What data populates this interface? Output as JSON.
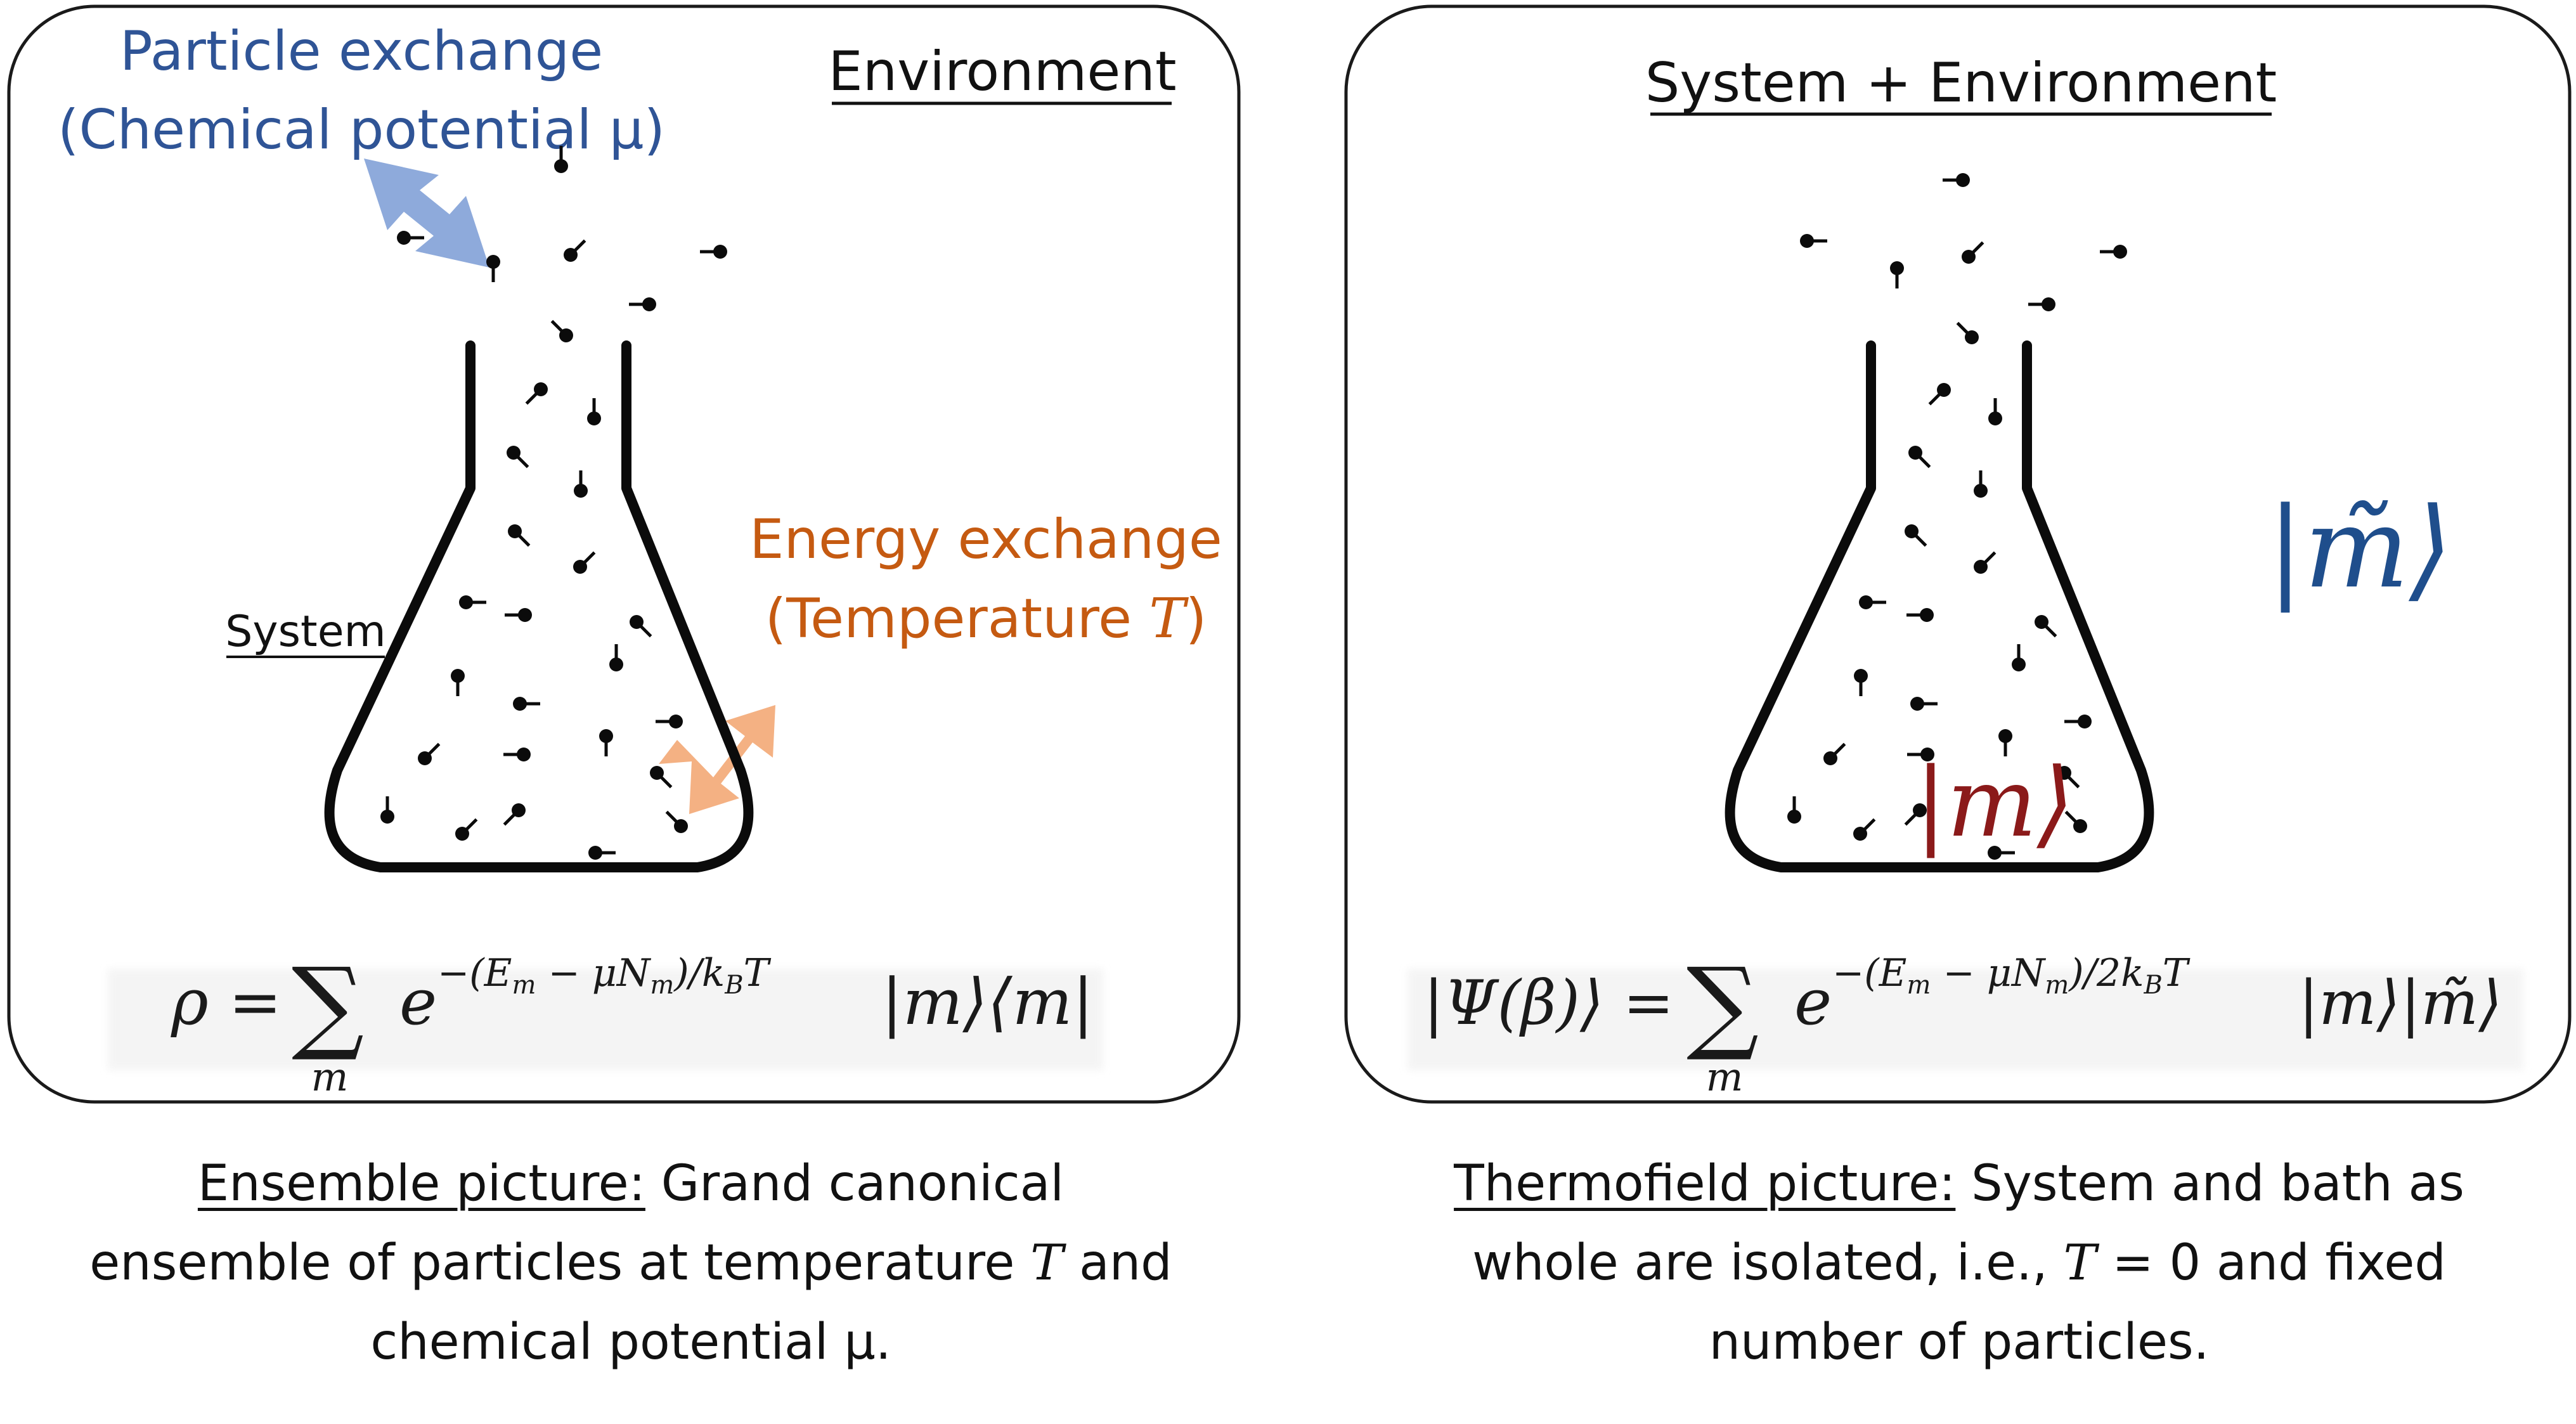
{
  "left_panel": {
    "environment_label": "Environment",
    "system_label": "System",
    "particle_exchange": {
      "line1": "Particle exchange",
      "line2": "(Chemical potential μ)",
      "color": "#2f5496",
      "arrow_color": "#8eaadb"
    },
    "energy_exchange": {
      "line1": "Energy exchange",
      "line2_prefix": "(Temperature ",
      "line2_var": "T",
      "line2_suffix": ")",
      "color": "#c55a11",
      "arrow_color": "#f4b183"
    },
    "formula": {
      "lhs": "ρ = ",
      "sum": "∑",
      "sub": "m",
      "base": "e",
      "exp": "−(E",
      "exp_s1": "m",
      "exp_mid": " − μN",
      "exp_s2": "m",
      "exp_end": ")/k",
      "exp_s3": "B",
      "exp_T": "T",
      "tail": "|m⟩⟨m|"
    }
  },
  "right_panel": {
    "title": "System + Environment",
    "ket_m": "|m⟩",
    "ket_m_color": "#8b1a1a",
    "ket_mtilde": "|m̃⟩",
    "ket_mtilde_color": "#1f4e8c",
    "formula": {
      "lhs": "|Ψ(β)⟩ = ",
      "sum": "∑",
      "sub": "m",
      "base": "e",
      "exp": "−(E",
      "exp_s1": "m",
      "exp_mid": " − μN",
      "exp_s2": "m",
      "exp_end": ")/2k",
      "exp_s3": "B",
      "exp_T": "T",
      "tail": "|m⟩|m̃⟩"
    }
  },
  "captions": {
    "left": {
      "heading": "Ensemble picture:",
      "line1_rest": " Grand canonical",
      "line2_prefix": "ensemble of particles at temperature ",
      "line2_var": "T",
      "line2_suffix": " and",
      "line3": "chemical potential μ."
    },
    "right": {
      "heading": "Thermofield picture:",
      "line1_rest": " System and bath as",
      "line2_prefix": "whole are isolated, i.e., ",
      "line2_var": "T",
      "line2_suffix": " = 0 and fixed",
      "line3": "number of particles."
    }
  }
}
